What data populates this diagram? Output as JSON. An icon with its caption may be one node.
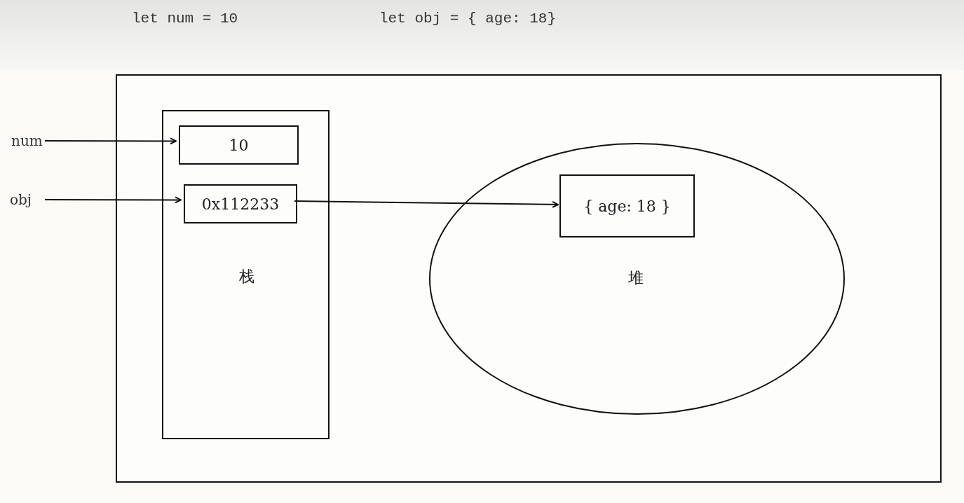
{
  "diagram": {
    "nodes": [
      {
        "text": [],
        "shape": "box"
      },
      {
        "text": [
          "栈"
        ],
        "in": 0
      },
      {
        "text": [
          "10"
        ],
        "in": 1
      },
      {
        "text": [
          "0x112233"
        ],
        "in": 1
      },
      {
        "text": [
          "堆"
        ],
        "in": 0
      },
      {
        "text": [
          "{ age: 18 }"
        ],
        "in": 4
      },
      {
        "text": [
          "num"
        ]
      },
      {
        "text": [
          "obj"
        ]
      }
    ],
    "edges": [
      {
        "from": 6,
        "to": 2,
        "arrow": "to"
      },
      {
        "from": 7,
        "to": 3,
        "arrow": "to"
      },
      {
        "from": 3,
        "to": 5,
        "arrow": "to"
      }
    ],
    "labels": [
      "let num = 10",
      "let obj = { age: 18}"
    ]
  }
}
